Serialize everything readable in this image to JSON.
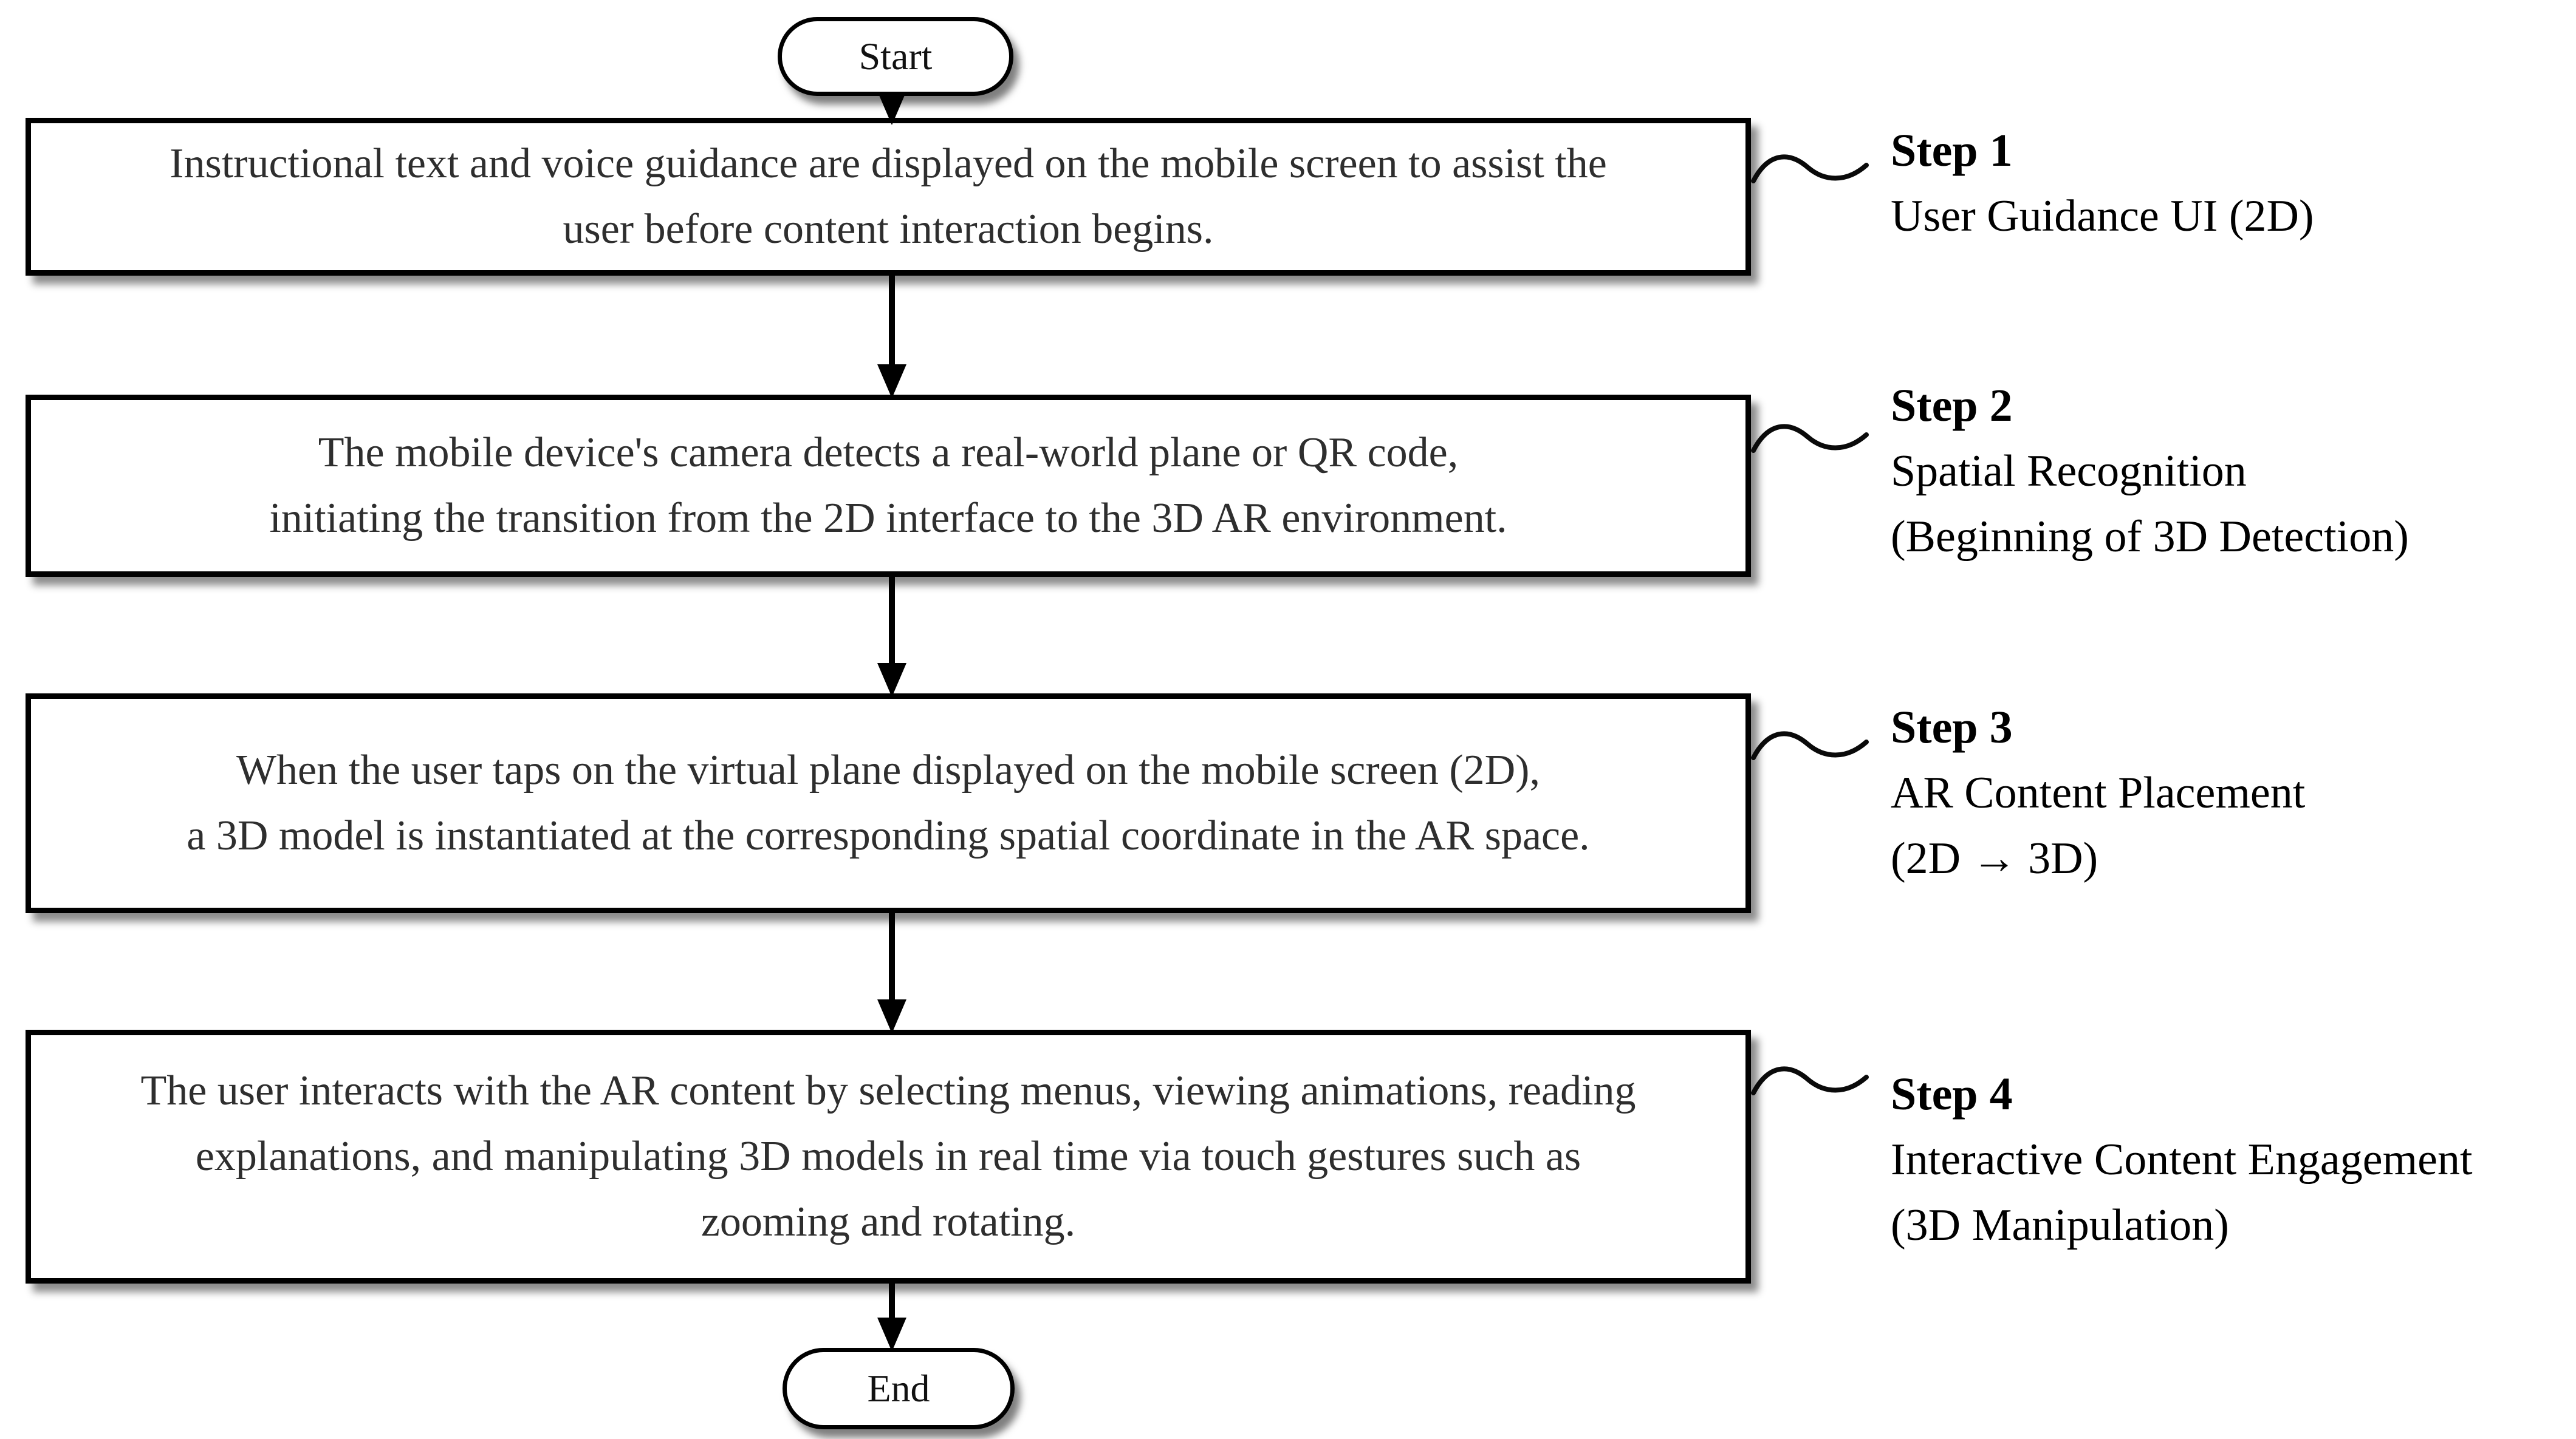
{
  "diagram": {
    "start_label": "Start",
    "end_label": "End",
    "boxes": [
      {
        "step": 1,
        "lines": [
          "Instructional text and voice guidance are displayed on the mobile screen to assist the",
          "user before content interaction begins."
        ]
      },
      {
        "step": 2,
        "lines": [
          "The mobile device's camera detects a real-world plane or QR code,",
          "initiating the transition from the 2D interface to the 3D AR environment."
        ]
      },
      {
        "step": 3,
        "lines": [
          "When the user taps on the virtual plane displayed on the mobile screen (2D),",
          "a 3D model is instantiated at the corresponding spatial coordinate in the AR space."
        ]
      },
      {
        "step": 4,
        "lines": [
          "The user interacts with the AR content by selecting menus, viewing animations, reading",
          "explanations, and manipulating 3D models in real time via touch gestures such as",
          "zooming and rotating."
        ]
      }
    ],
    "steps": [
      {
        "title": "Step 1",
        "lines": [
          "User Guidance UI (2D)"
        ]
      },
      {
        "title": "Step 2",
        "lines": [
          "Spatial Recognition",
          "(Beginning of 3D Detection)"
        ]
      },
      {
        "title": "Step 3",
        "lines": [
          "AR Content Placement",
          "(2D → 3D)"
        ]
      },
      {
        "title": "Step 4",
        "lines": [
          "Interactive Content Engagement",
          "(3D Manipulation)"
        ]
      }
    ],
    "icons": {
      "flow_arrow": "arrow-down-icon",
      "connector": "squiggle-connector-icon"
    },
    "colors": {
      "background": "#ffffff",
      "border": "#000000",
      "box_text": "#2e2e2e",
      "label_text": "#000000",
      "shadow": "rgba(0,0,0,0.5)"
    }
  }
}
